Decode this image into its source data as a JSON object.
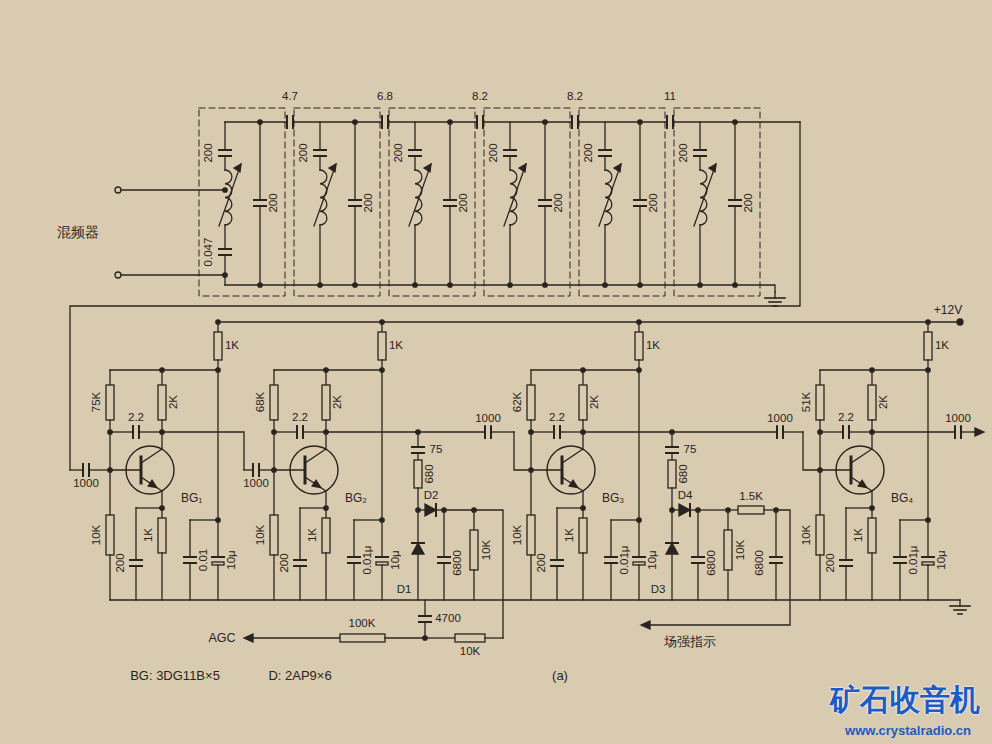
{
  "diagram": {
    "caption": "(a)",
    "nodes": [
      {
        "text": [
          "BG₁"
        ]
      },
      {
        "text": [
          "BG₂"
        ]
      },
      {
        "text": [
          "BG₃"
        ]
      },
      {
        "text": [
          "BG₄"
        ]
      }
    ],
    "labels": [
      "4.7",
      "6.8",
      "8.2",
      "8.2",
      "11",
      "200",
      "200",
      "200",
      "200",
      "200",
      "200",
      "200",
      "200",
      "200",
      "200",
      "200",
      "200",
      "0.047",
      "混频器",
      "1K",
      "1000",
      "75K",
      "2K",
      "2.2",
      "10K",
      "200",
      "1K",
      "0.01",
      "10μ",
      "1000",
      "1K",
      "68K",
      "2K",
      "2.2",
      "10K",
      "200",
      "1K",
      "0.01μ",
      "10μ",
      "75",
      "680",
      "D2",
      "D1",
      "6800",
      "10K",
      "1000",
      "AGC",
      "100K",
      "4700",
      "10K",
      "1K",
      "62K",
      "2K",
      "2.2",
      "10K",
      "200",
      "1K",
      "0.01μ",
      "10μ",
      "75",
      "680",
      "D4",
      "D3",
      "6800",
      "10K",
      "1.5K",
      "6800",
      "1000",
      "场强指示",
      "1K",
      "51K",
      "2K",
      "2.2",
      "10K",
      "200",
      "1K",
      "0.01μ",
      "10μ",
      "1000",
      "+12V",
      "BG: 3DG11B×5",
      "D: 2AP9×6",
      "矿石收音机",
      "www.crystalradio.cn"
    ]
  }
}
